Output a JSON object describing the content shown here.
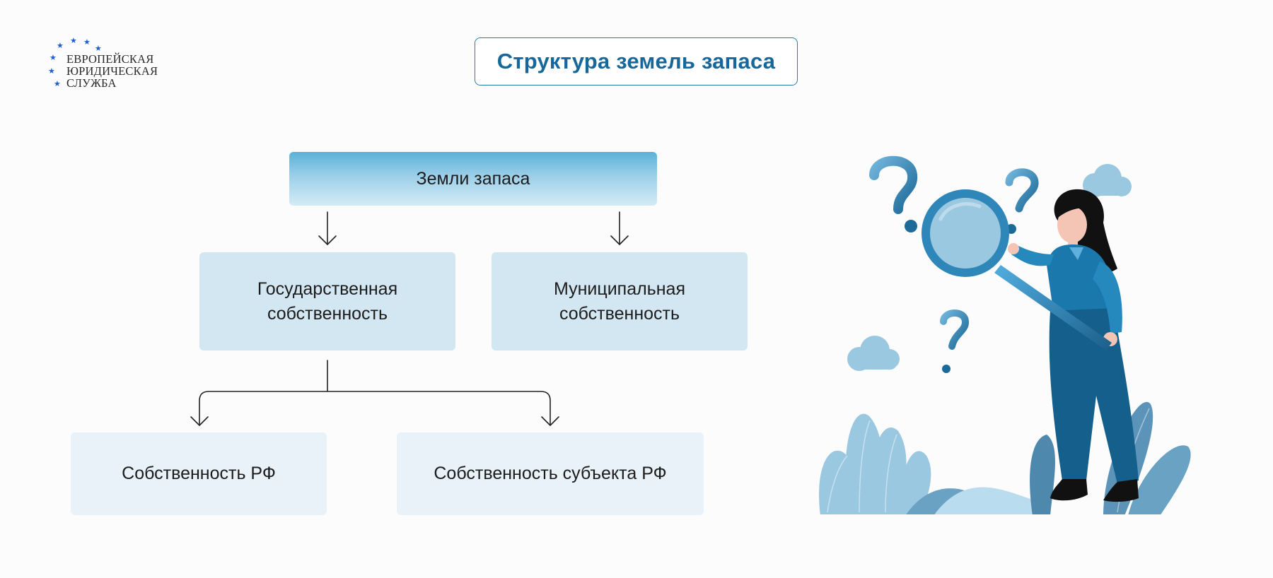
{
  "logo": {
    "lines": [
      "ЕВРОПЕЙСКАЯ",
      "ЮРИДИЧЕСКАЯ",
      "СЛУЖБА"
    ],
    "star_color": "#1f5fcf"
  },
  "header": {
    "title": "Структура земель запаса"
  },
  "diagram": {
    "root": "Земли запаса",
    "level1": [
      "Государственная\nсобственность",
      "Муниципальная\nсобственность"
    ],
    "level2": [
      "Собственность РФ",
      "Собственность субъекта РФ"
    ]
  },
  "illustration": {
    "icons": [
      "question-mark-icon",
      "magnifier-icon",
      "cloud-icon",
      "leaves-icon",
      "woman-figure"
    ]
  },
  "colors": {
    "accent": "#17679b",
    "node_level1": "#d3e7f2",
    "node_level2": "#e8f2f8",
    "illustration_dark": "#1d6a99",
    "illustration_light": "#9ac8e0"
  }
}
